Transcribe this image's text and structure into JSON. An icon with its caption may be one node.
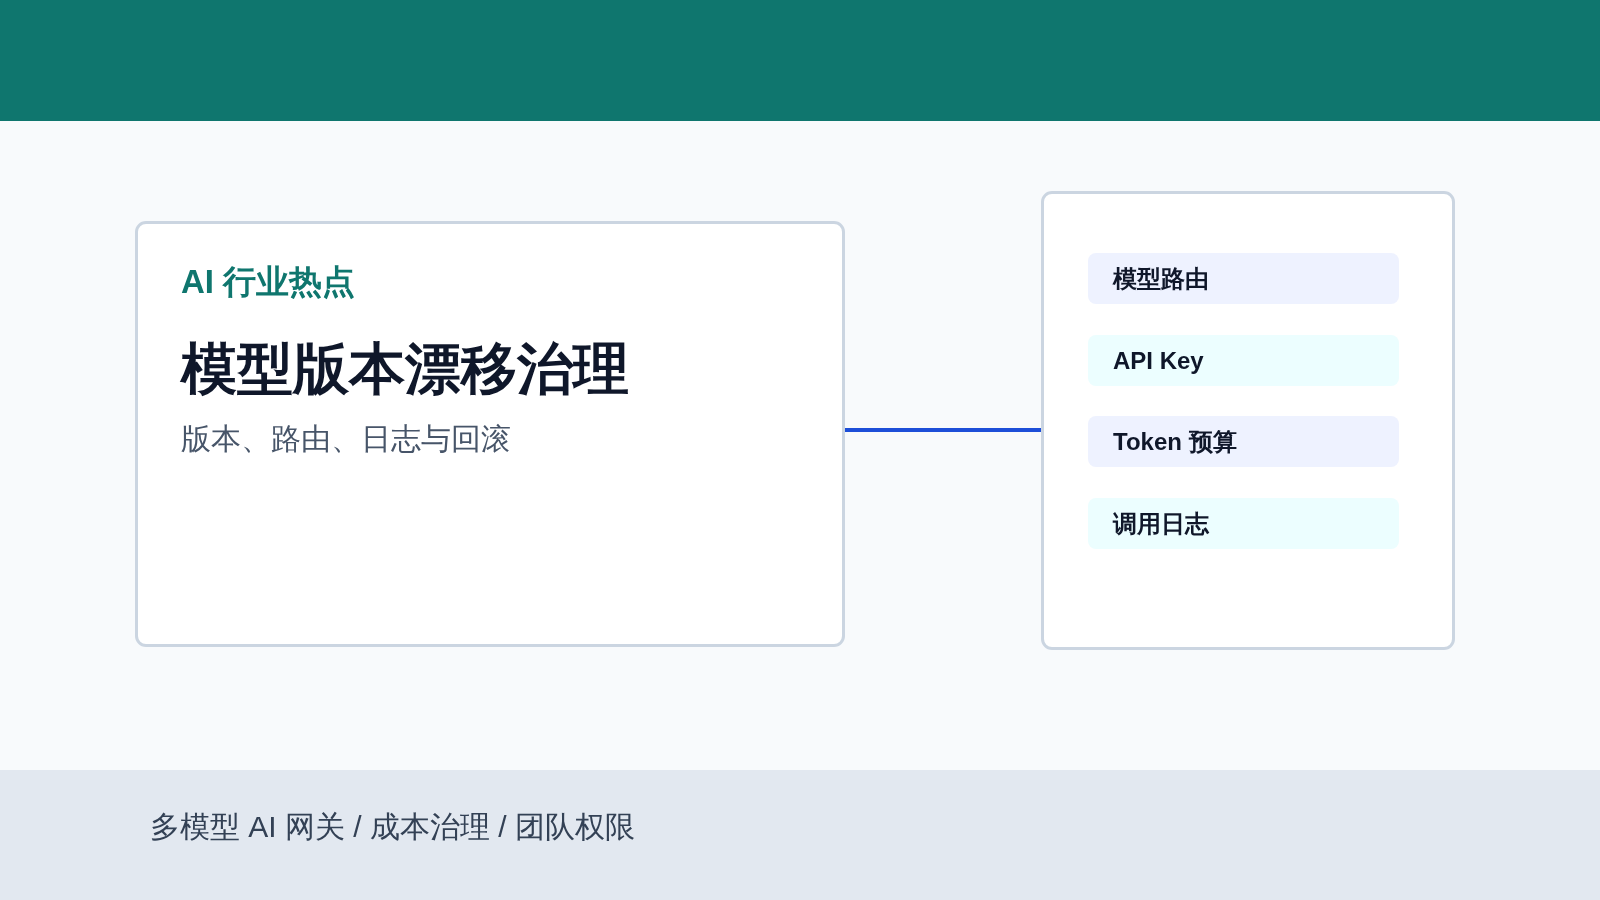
{
  "diagram": {
    "nodes": [
      {
        "text": [
          "AI 行业热点",
          "模型版本漂移治理",
          "版本、路由、日志与回滚"
        ]
      },
      {
        "text": [],
        "shape": "box"
      },
      {
        "text": [
          "模型路由"
        ],
        "in": 1
      },
      {
        "text": [
          "API Key"
        ],
        "in": 1
      },
      {
        "text": [
          "Token 预算"
        ],
        "in": 1
      },
      {
        "text": [
          "调用日志"
        ],
        "in": 1
      }
    ],
    "edges": [
      {
        "from": 0,
        "to": 1,
        "arrow": "none"
      }
    ],
    "labels": [
      "多模型 AI 网关 / 成本治理 / 团队权限"
    ]
  }
}
